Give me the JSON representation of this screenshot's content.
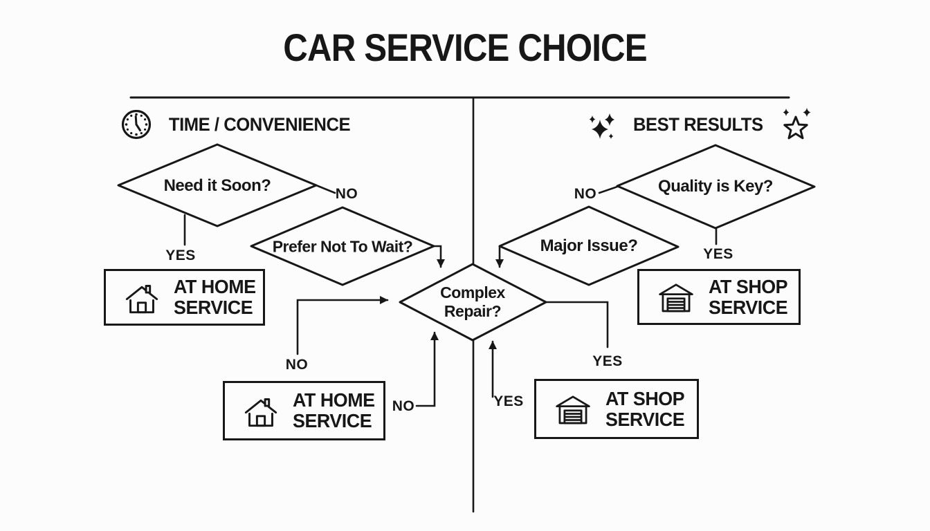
{
  "title": "CAR SERVICE CHOICE",
  "sections": {
    "left": {
      "label": "TIME / CONVENIENCE",
      "icon": "clock-icon"
    },
    "right": {
      "label": "BEST RESULTS",
      "icon_left": "sparkles-icon",
      "icon_right": "star-icon"
    }
  },
  "decisions": {
    "need_it_soon": {
      "label": "Need it Soon?"
    },
    "prefer_not_to_wait": {
      "label": "Prefer Not To Wait?"
    },
    "complex_repair": {
      "line1": "Complex",
      "line2": "Repair?"
    },
    "major_issue": {
      "label": "Major Issue?"
    },
    "quality_is_key": {
      "label": "Quality is Key?"
    }
  },
  "results": {
    "at_home": {
      "line1": "AT HOME",
      "line2": "SERVICE",
      "icon": "house-icon"
    },
    "at_shop": {
      "line1": "AT SHOP",
      "line2": "SERVICE",
      "icon": "garage-icon"
    }
  },
  "branch_labels": {
    "yes": "YES",
    "no": "NO"
  },
  "colors": {
    "ink": "#171717",
    "background": "#fcfcfc"
  }
}
